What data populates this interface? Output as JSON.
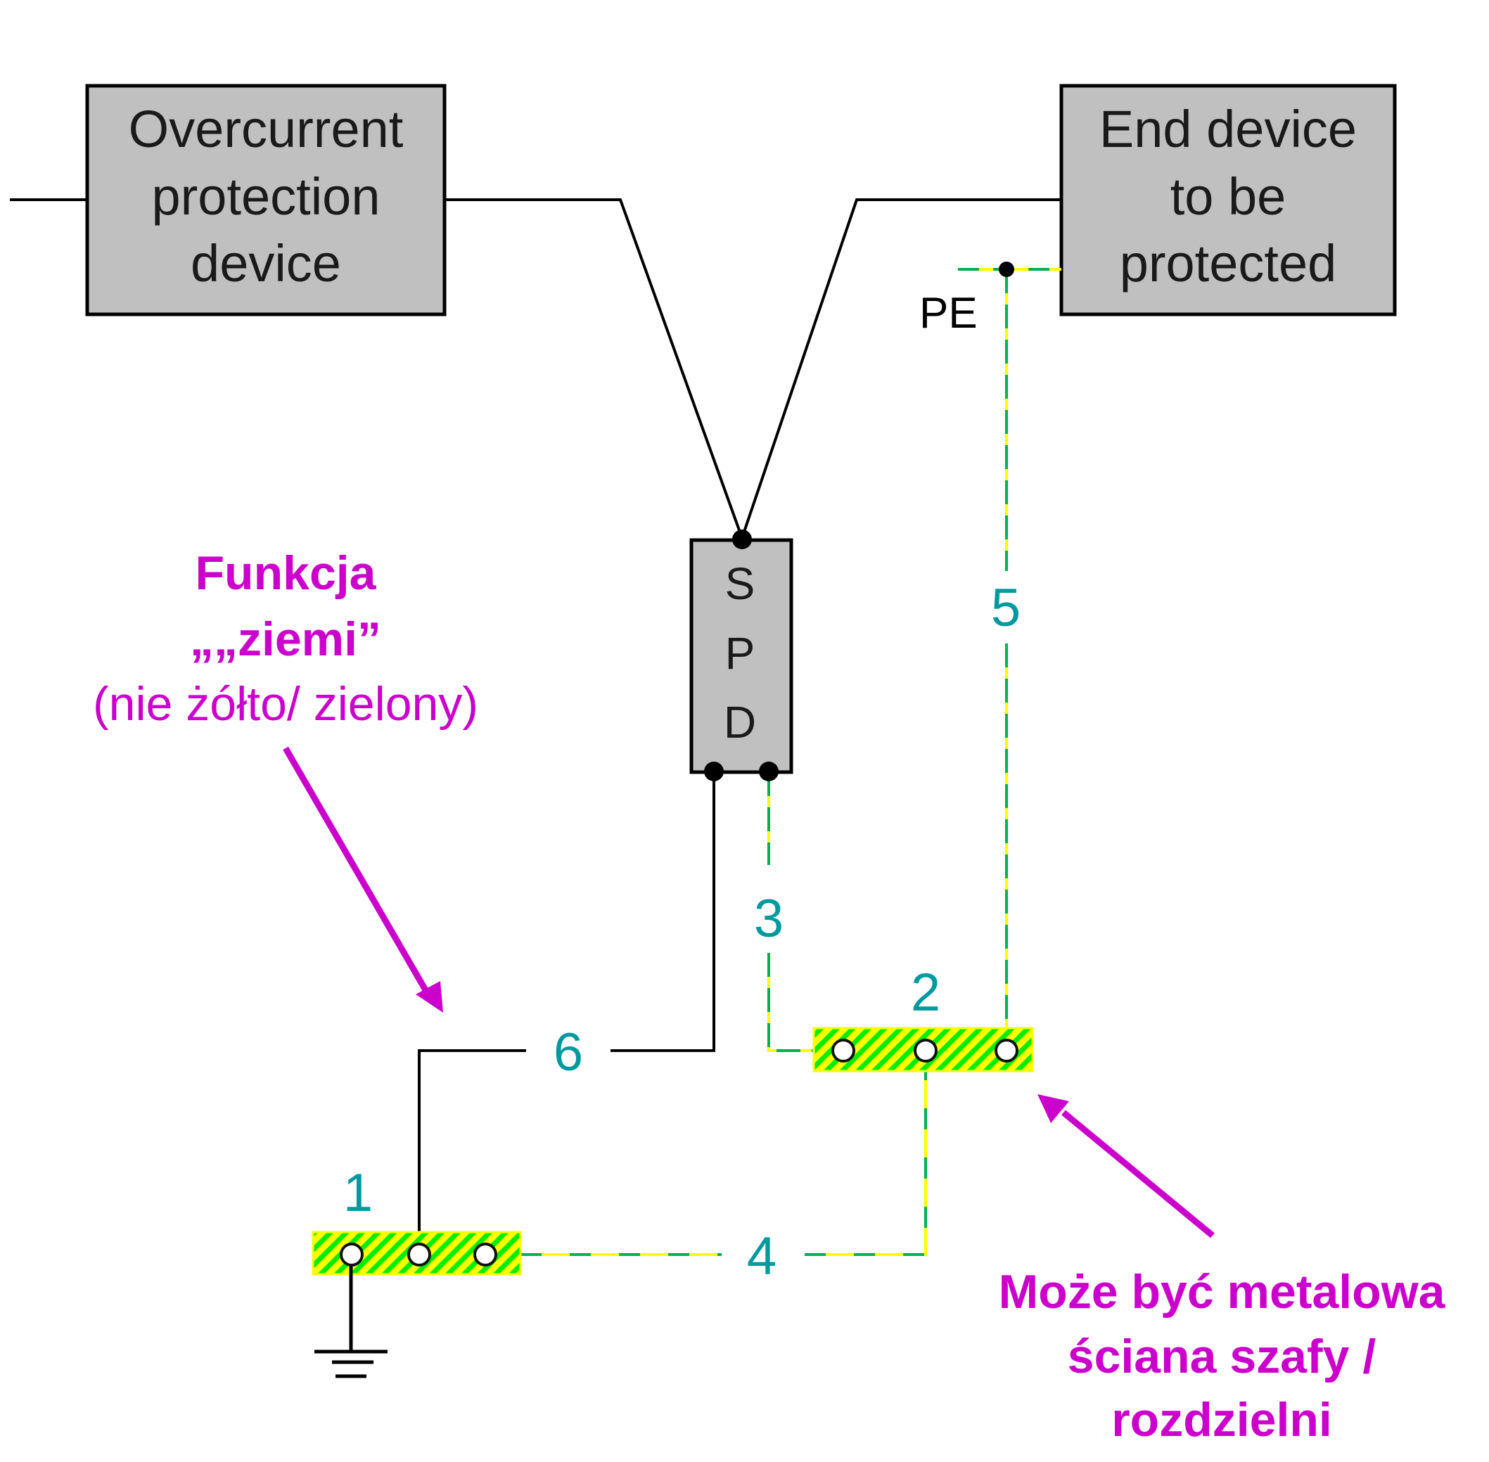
{
  "colors": {
    "device_fill": "#c0c0c0",
    "wire": "#000000",
    "pe_green": "#00b050",
    "pe_yellow": "#ffff00",
    "label_teal": "#0099a0",
    "annotation_magenta": "#cc00cc"
  },
  "devices": {
    "overcurrent": {
      "lines": [
        "Overcurrent",
        "protection",
        "device"
      ]
    },
    "end_device": {
      "lines": [
        "End device",
        "to be",
        "protected"
      ]
    },
    "spd": {
      "letters": [
        "S",
        "P",
        "D"
      ]
    }
  },
  "pe_label": "PE",
  "connection_labels": {
    "bar1": "1",
    "bar2": "2",
    "line3": "3",
    "line4": "4",
    "line5": "5",
    "line6": "6"
  },
  "annotations": {
    "earth_function": {
      "lines": [
        "Funkcja",
        "„„ziemi”",
        "(nie żółto/ zielony)"
      ]
    },
    "bar2_note": {
      "lines": [
        "Może  być metalowa",
        "ściana szafy /",
        "rozdzielni"
      ]
    }
  }
}
